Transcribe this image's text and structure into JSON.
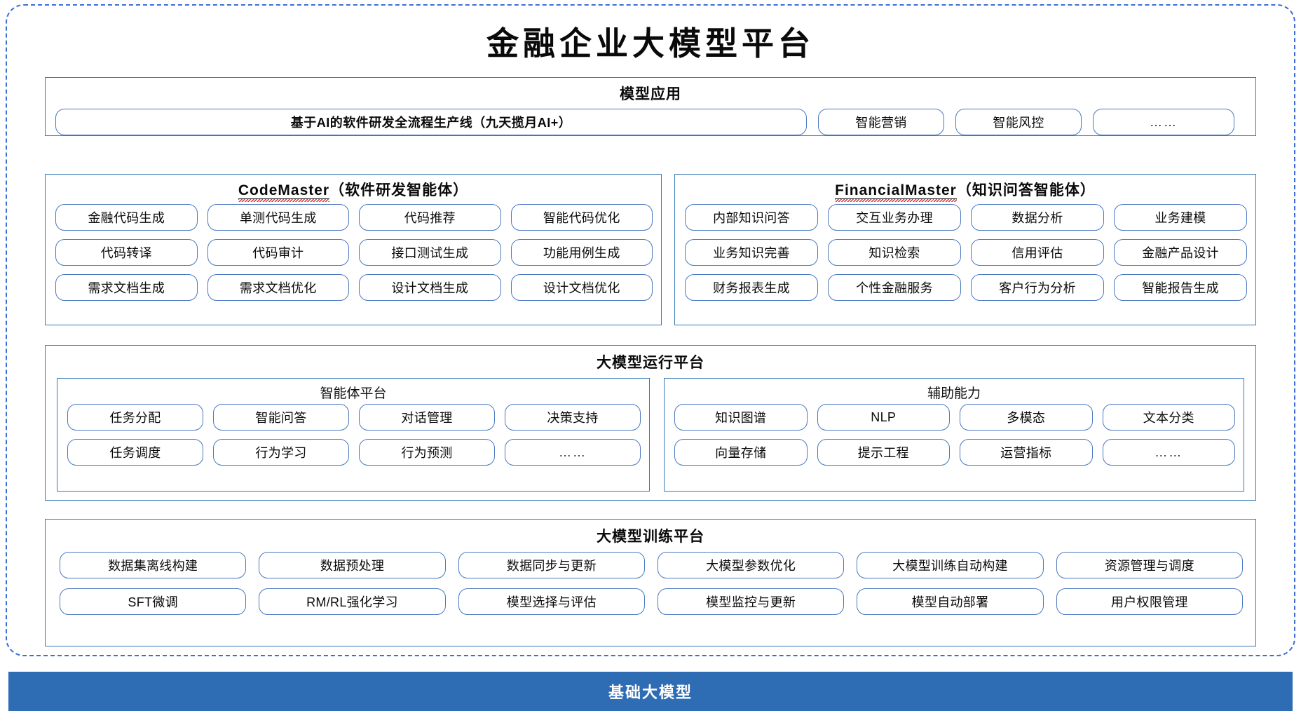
{
  "platform": {
    "title": "金融企业大模型平台"
  },
  "model_application": {
    "title": "模型应用",
    "primary_pill": "基于AI的软件研发全流程生产线（九天揽月AI+）",
    "pills": [
      "智能营销",
      "智能风控",
      "……"
    ]
  },
  "code_master": {
    "title_latin": "CodeMaster",
    "title_cn": "（软件研发智能体）",
    "pills": [
      "金融代码生成",
      "单测代码生成",
      "代码推荐",
      "智能代码优化",
      "代码转译",
      "代码审计",
      "接口测试生成",
      "功能用例生成",
      "需求文档生成",
      "需求文档优化",
      "设计文档生成",
      "设计文档优化"
    ]
  },
  "financial_master": {
    "title_latin": "FinancialMaster",
    "title_cn": "（知识问答智能体）",
    "pills": [
      "内部知识问答",
      "交互业务办理",
      "数据分析",
      "业务建模",
      "业务知识完善",
      "知识检索",
      "信用评估",
      "金融产品设计",
      "财务报表生成",
      "个性金融服务",
      "客户行为分析",
      "智能报告生成"
    ]
  },
  "runtime_platform": {
    "title": "大模型运行平台",
    "agent_platform": {
      "title": "智能体平台",
      "pills": [
        "任务分配",
        "智能问答",
        "对话管理",
        "决策支持",
        "任务调度",
        "行为学习",
        "行为预测",
        "……"
      ]
    },
    "auxiliary_capability": {
      "title": "辅助能力",
      "pills": [
        "知识图谱",
        "NLP",
        "多模态",
        "文本分类",
        "向量存储",
        "提示工程",
        "运营指标",
        "……"
      ]
    }
  },
  "training_platform": {
    "title": "大模型训练平台",
    "pills": [
      "数据集离线构建",
      "数据预处理",
      "数据同步与更新",
      "大模型参数优化",
      "大模型训练自动构建",
      "资源管理与调度",
      "SFT微调",
      "RM/RL强化学习",
      "模型选择与评估",
      "模型监控与更新",
      "模型自动部署",
      "用户权限管理"
    ]
  },
  "base_model": {
    "label": "基础大模型"
  },
  "colors": {
    "frame_dashed": "#3b6fd4",
    "section_border": "#3a7ab5",
    "pill_border": "#4a78c0",
    "base_bar": "#2e6cb3",
    "spellcheck_underline": "#e02020"
  }
}
